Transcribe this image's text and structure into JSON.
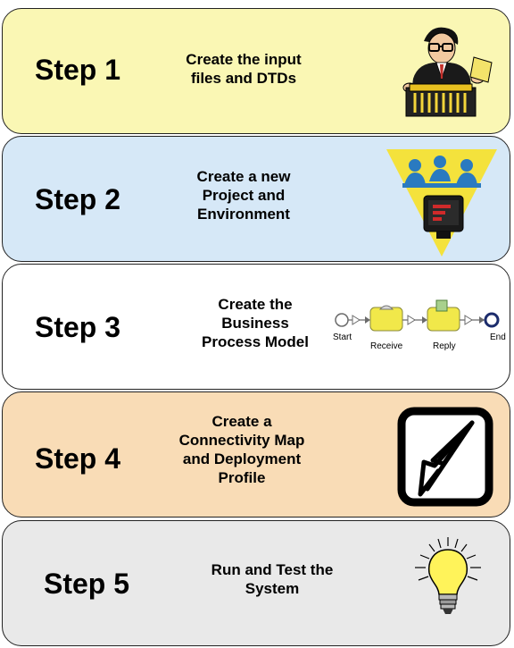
{
  "steps": [
    {
      "title": "Step 1",
      "desc_lines": [
        "Create the input",
        "files and DTDs"
      ],
      "color": "#faf7b4",
      "illustration": "man-shredding-papers-icon"
    },
    {
      "title": "Step 2",
      "desc_lines": [
        "Create a new",
        "Project and",
        "Environment"
      ],
      "color": "#d6e8f7",
      "illustration": "team-meeting-computer-icon"
    },
    {
      "title": "Step 3",
      "desc_lines": [
        "Create the",
        "Business",
        "Process Model"
      ],
      "color": "#ffffff",
      "illustration": "business-process-flow",
      "process_nodes": [
        "Start",
        "Receive",
        "Reply",
        "End"
      ]
    },
    {
      "title": "Step 4",
      "desc_lines": [
        "Create a",
        "Connectivity Map",
        "and Deployment",
        "Profile"
      ],
      "color": "#f9dcb6",
      "illustration": "cursor-arrow-icon"
    },
    {
      "title": "Step 5",
      "desc_lines": [
        "Run and Test the",
        "System"
      ],
      "color": "#e9e9e9",
      "illustration": "lightbulb-icon"
    }
  ]
}
